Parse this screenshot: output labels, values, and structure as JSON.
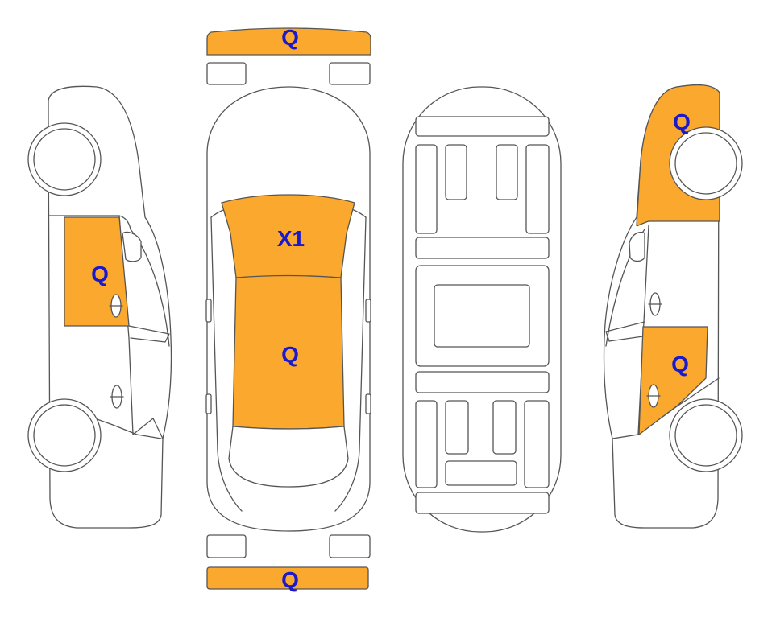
{
  "colors": {
    "damage_fill": "#FBA92E",
    "label_text": "#1A1ACC",
    "outline": "#555555",
    "background": "#FFFFFF"
  },
  "labels": {
    "front_bumper": "Q",
    "hood": "X1",
    "roof": "Q",
    "rear_bumper": "Q",
    "left_front_door": "Q",
    "right_rear_fender": "Q",
    "right_rear_door": "Q"
  }
}
